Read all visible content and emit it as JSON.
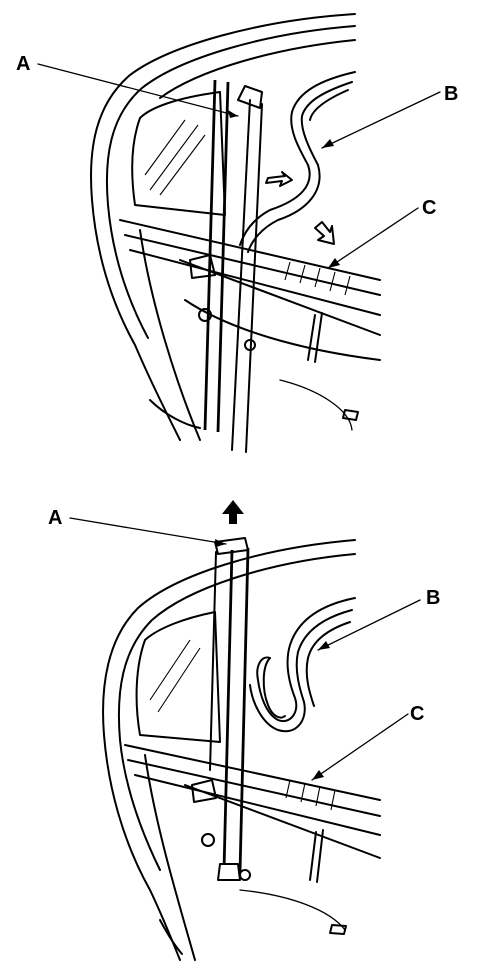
{
  "diagram": {
    "top_panel": {
      "callouts": [
        {
          "id": "a",
          "label": "A"
        },
        {
          "id": "b",
          "label": "B"
        },
        {
          "id": "c",
          "label": "C"
        }
      ]
    },
    "bottom_panel": {
      "callouts": [
        {
          "id": "a",
          "label": "A"
        },
        {
          "id": "b",
          "label": "B"
        },
        {
          "id": "c",
          "label": "C"
        }
      ]
    },
    "colors": {
      "ink": "#000000",
      "paper": "#ffffff"
    }
  }
}
